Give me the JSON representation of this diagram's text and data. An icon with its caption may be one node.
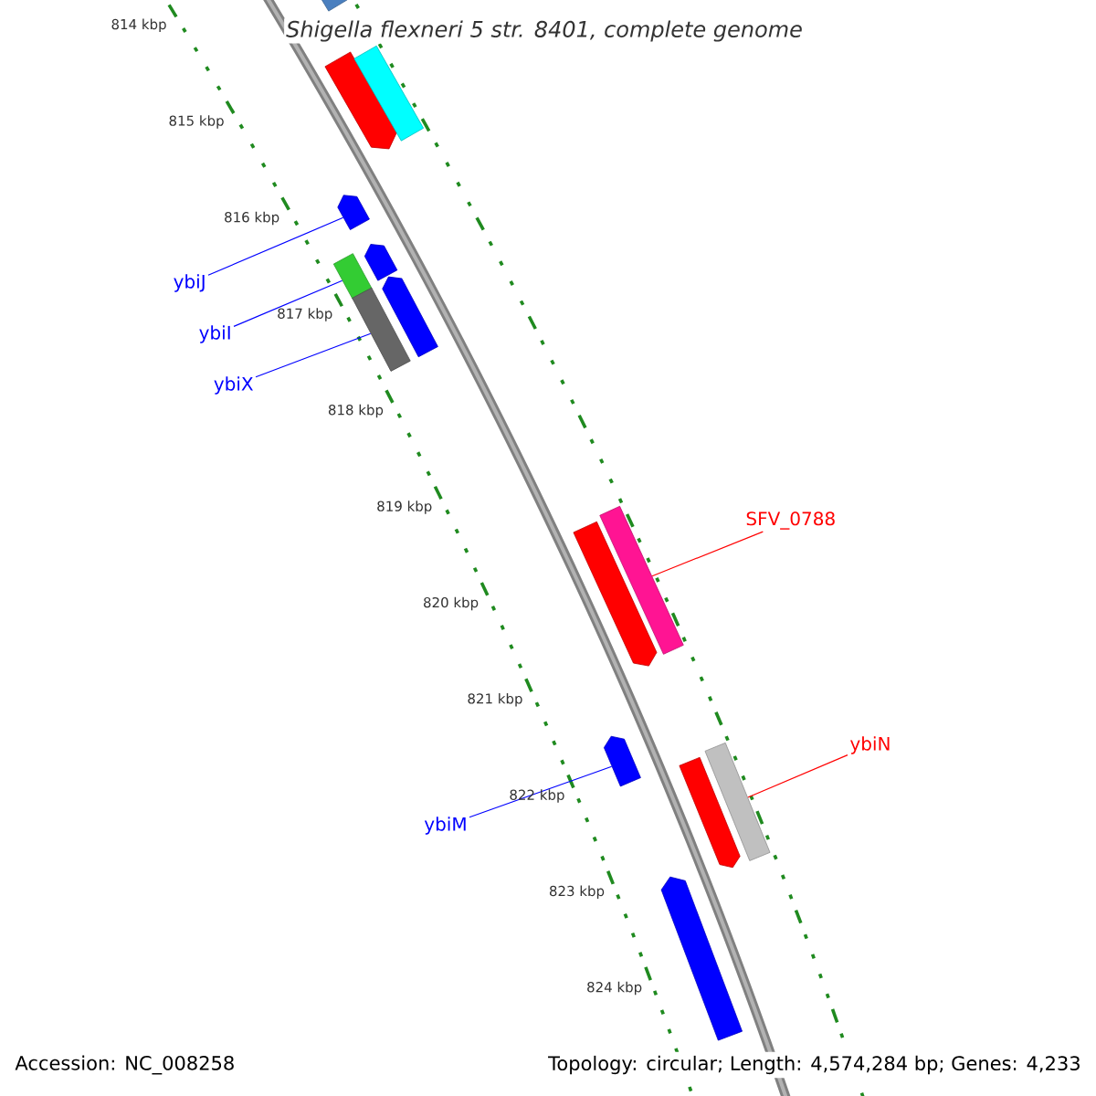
{
  "diagram": {
    "title": "Shigella flexneri 5 str. 8401, complete genome",
    "nodes": [
      {
        "text": [],
        "shape": "pentagon"
      },
      {
        "text": [],
        "shape": "box"
      },
      {
        "text": [],
        "shape": "box"
      },
      {
        "text": [
          "ybiJ"
        ]
      },
      {
        "text": [],
        "shape": "pentagon"
      },
      {
        "text": [],
        "shape": "pentagon"
      },
      {
        "text": [
          "ybiI"
        ]
      },
      {
        "text": [],
        "shape": "box"
      },
      {
        "text": [
          "ybiX"
        ]
      },
      {
        "text": [],
        "shape": "pentagon"
      },
      {
        "text": [],
        "shape": "box"
      },
      {
        "text": [
          "SFV_0788"
        ]
      },
      {
        "text": [],
        "shape": "pentagon"
      },
      {
        "text": [],
        "shape": "box"
      },
      {
        "text": [
          "ybiN"
        ]
      },
      {
        "text": [],
        "shape": "box"
      },
      {
        "text": [],
        "shape": "pentagon"
      },
      {
        "text": [],
        "shape": "pentagon"
      },
      {
        "text": [
          "ybiM"
        ]
      },
      {
        "text": [],
        "shape": "pentagon"
      }
    ],
    "edges": [
      {
        "from": 3,
        "to": 4,
        "arrow": "none"
      },
      {
        "from": 6,
        "to": 7,
        "arrow": "none"
      },
      {
        "from": 8,
        "to": 10,
        "arrow": "none"
      },
      {
        "from": 11,
        "to": 13,
        "arrow": "none",
        "color": "#ff0000"
      },
      {
        "from": 14,
        "to": 15,
        "arrow": "none",
        "color": "#ff0000"
      },
      {
        "from": 18,
        "to": 17,
        "arrow": "none"
      }
    ],
    "labels": [
      "814 kbp",
      "815 kbp",
      "816 kbp",
      "817 kbp",
      "818 kbp",
      "819 kbp",
      "820 kbp",
      "821 kbp",
      "822 kbp",
      "823 kbp",
      "824 kbp",
      "Accession: NC_008258",
      "Topology: circular; Length: 4,574,284 bp; Genes: 4,233"
    ]
  }
}
